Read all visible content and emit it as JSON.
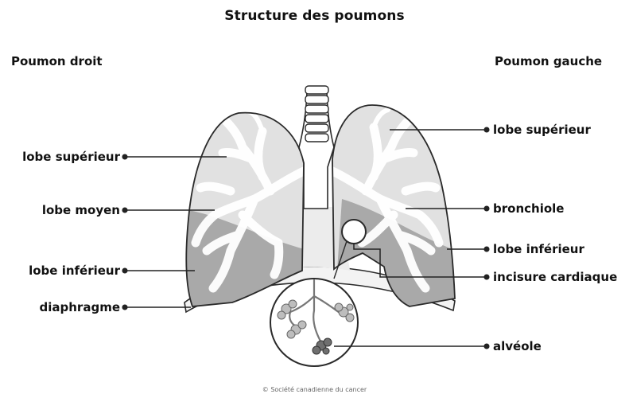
{
  "title": "Structure des poumons",
  "headers": {
    "right_lung": "Poumon droit",
    "left_lung": "Poumon gauche"
  },
  "labels_left": {
    "upper_lobe": "lobe supérieur",
    "middle_lobe": "lobe moyen",
    "lower_lobe": "lobe inférieur",
    "diaphragm": "diaphragme"
  },
  "labels_right": {
    "upper_lobe": "lobe supérieur",
    "bronchiole": "bronchiole",
    "lower_lobe": "lobe inférieur",
    "cardiac_notch": "incisure cardiaque",
    "alveolus": "alvéole"
  },
  "credit": "© Société canadienne du cancer",
  "colors": {
    "lung_fill": "#e1e1e1",
    "lower_lobe_fill": "#a9a9a9",
    "outline": "#2a2a2a",
    "tree": "#ffffff",
    "diaphragm": "#f3f3f3"
  }
}
